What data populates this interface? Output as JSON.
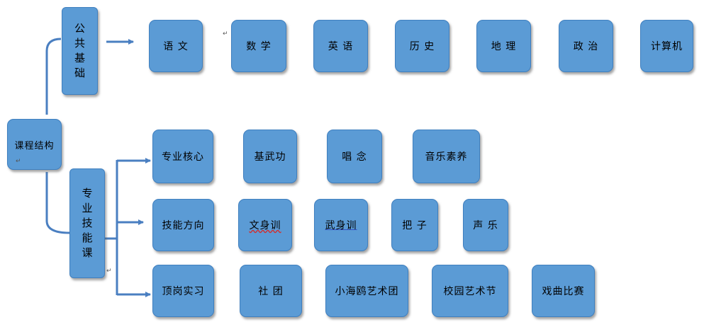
{
  "root": {
    "label": "课程结构"
  },
  "public": {
    "label": "公共基础",
    "items": [
      "语 文",
      "数 学",
      "英 语",
      "历 史",
      "地 理",
      "政 治",
      "计算机"
    ]
  },
  "skill": {
    "label": "专业技能课",
    "rows": [
      {
        "head": "专业核心",
        "items": [
          "基武功",
          "唱 念",
          "音乐素养"
        ]
      },
      {
        "head": "技能方向",
        "items": [
          "文身训",
          "武身训",
          "把 子",
          "声 乐"
        ]
      },
      {
        "head": "顶岗实习",
        "items": [
          "社 团",
          "小海鸥艺术团",
          "校园艺术节",
          "戏曲比赛"
        ]
      }
    ]
  },
  "colors": {
    "box": "#5b9bd5",
    "line": "#4a7fc1"
  }
}
